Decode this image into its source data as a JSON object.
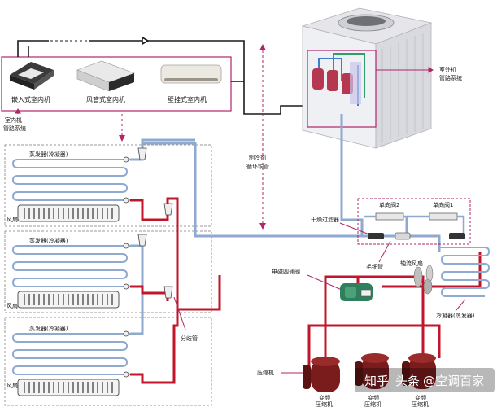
{
  "indoor_units": {
    "cassette": "嵌入式室内机",
    "duct": "风管式室内机",
    "wall": "壁挂式室内机",
    "piping_label_1": "室内机",
    "piping_label_2": "管路系统"
  },
  "outdoor": {
    "piping_label_1": "室外机",
    "piping_label_2": "管路系统"
  },
  "center": {
    "refrigerant_1": "制冷剂",
    "refrigerant_2": "循环铜管"
  },
  "evaporators": [
    {
      "title": "蒸发器(冷凝器)",
      "fan": "风扇"
    },
    {
      "title": "蒸发器(冷凝器)",
      "fan": "风扇"
    },
    {
      "title": "蒸发器(冷凝器)",
      "fan": "风扇"
    }
  ],
  "components": {
    "check_valve_1": "单向阀2",
    "check_valve_2": "单向阀1",
    "dryer": "干燥过滤器",
    "capillary": "毛细管",
    "axial_fan": "轴流风扇",
    "four_way_valve": "电磁四通阀",
    "condenser": "冷凝器(蒸发器)",
    "splitter": "分歧管",
    "compressor": "压缩机",
    "comp_label_a": "变频",
    "comp_label_b": "压缩机"
  },
  "watermark": {
    "text1": "知乎",
    "text2": "头条",
    "text3": "@空调百家"
  },
  "colors": {
    "blue_pipe": "#8fa9cf",
    "red_pipe": "#c0152a",
    "black_line": "#1a1a1a",
    "magenta_frame": "#b0246a",
    "compressor": "#7a1c1c"
  }
}
